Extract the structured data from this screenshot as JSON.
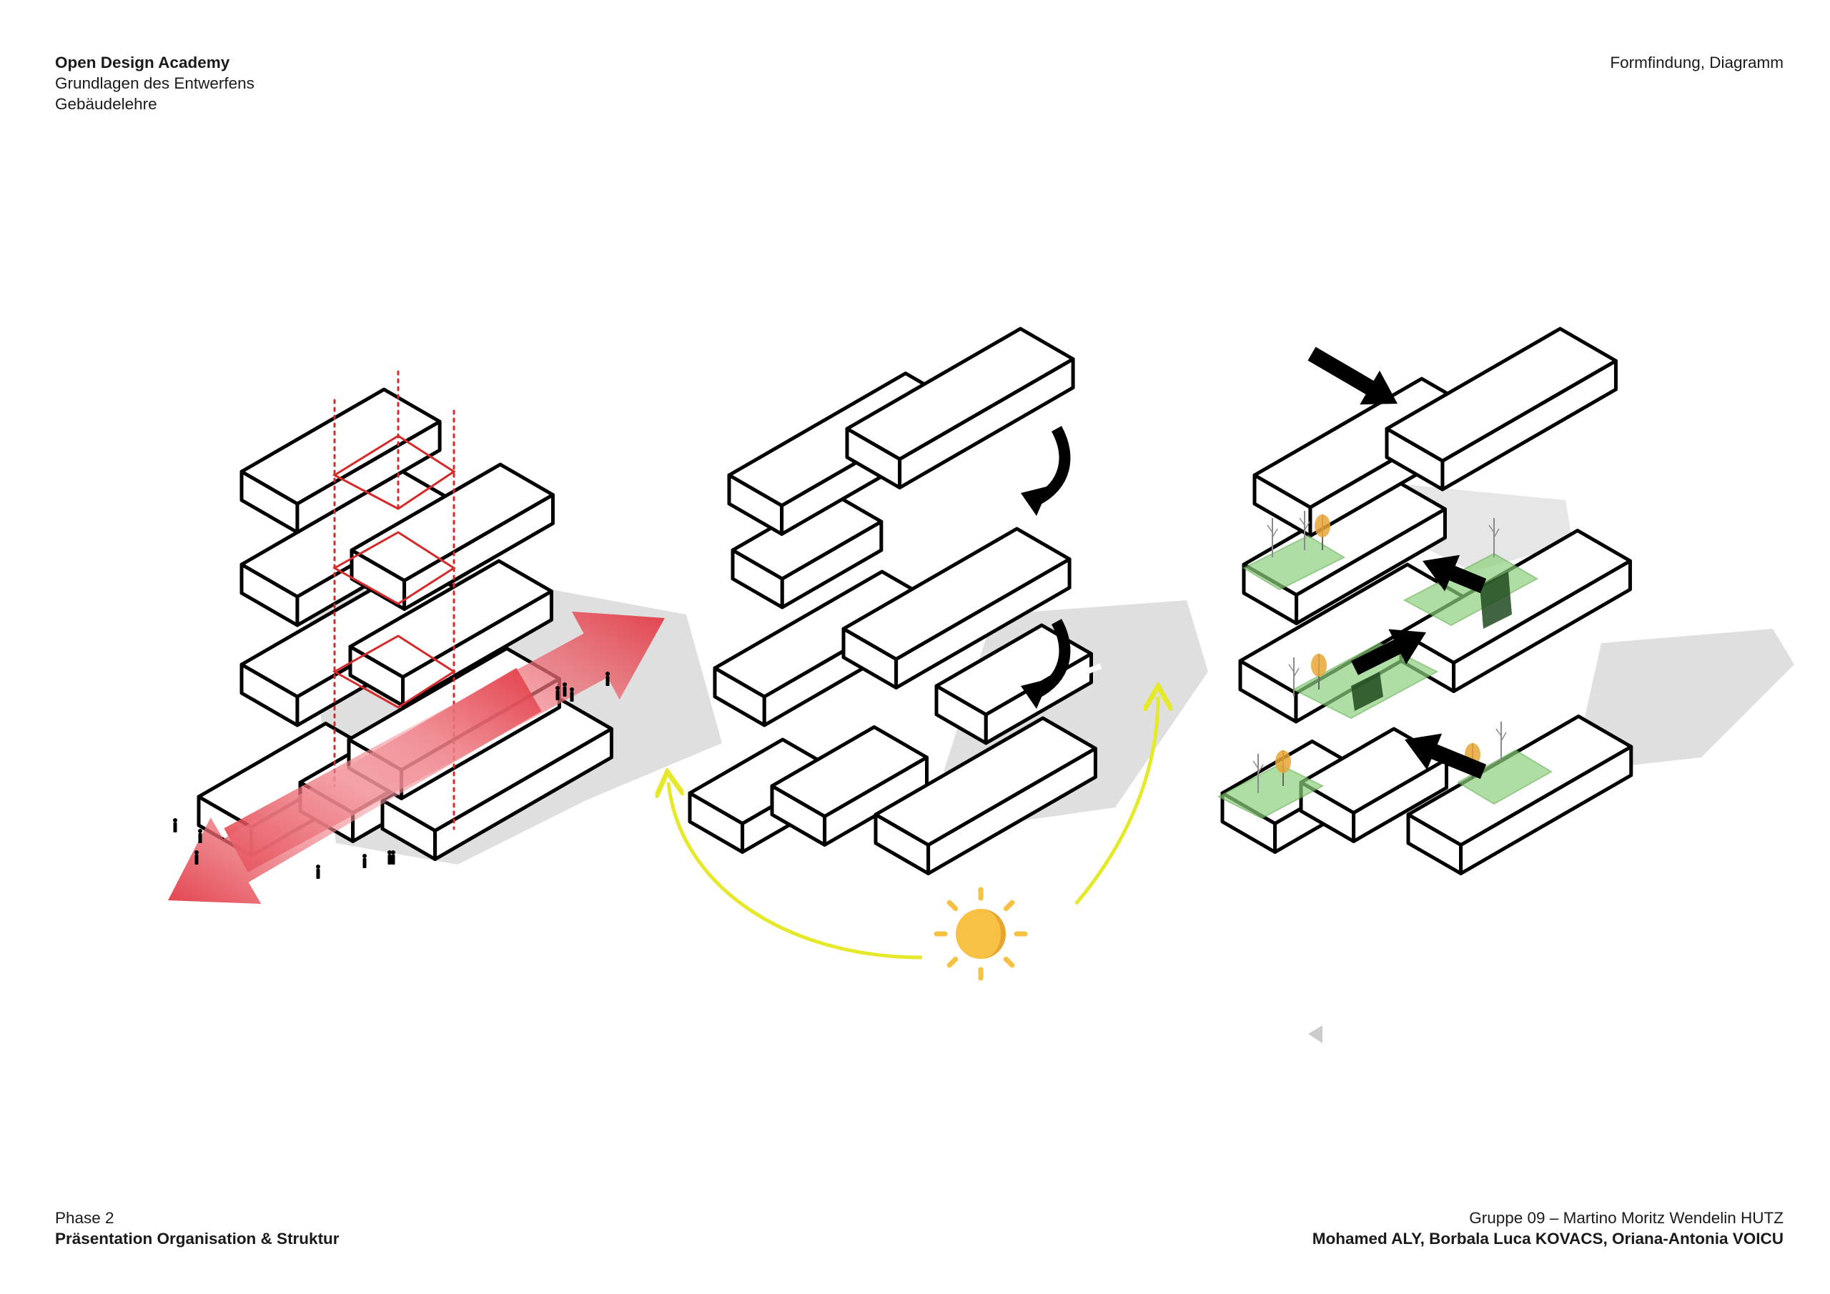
{
  "header": {
    "institution": "Open Design Academy",
    "course": "Grundlagen des Entwerfens",
    "subject": "Gebäudelehre",
    "topic": "Formfindung, Diagramm"
  },
  "footer": {
    "phase": "Phase 2",
    "presentation": "Präsentation Organisation & Struktur",
    "group": "Gruppe 09 – Martino Moritz Wendelin HUTZ",
    "members": "Mohamed ALY, Borbala Luca KOVACS, Oriana-Antonia VOICU"
  },
  "diagrams": [
    {
      "id": "circulation",
      "icons": [
        "red-circulation-arrow",
        "people-figures",
        "red-structural-grid"
      ]
    },
    {
      "id": "sun-orientation",
      "icons": [
        "sun-icon",
        "yellow-sun-path-arrow",
        "curved-rotation-arrow"
      ]
    },
    {
      "id": "green-terraces",
      "icons": [
        "green-terrace",
        "tree-icon",
        "black-access-arrow"
      ]
    }
  ],
  "colors": {
    "circulation_red": "#e23a45",
    "structure_red": "#d42a2a",
    "sun_path": "#e6e82a",
    "sun": "#f7c244",
    "terrace_green": "#8ed17e",
    "shadow": "#dcdcdc",
    "outline": "#000000"
  }
}
